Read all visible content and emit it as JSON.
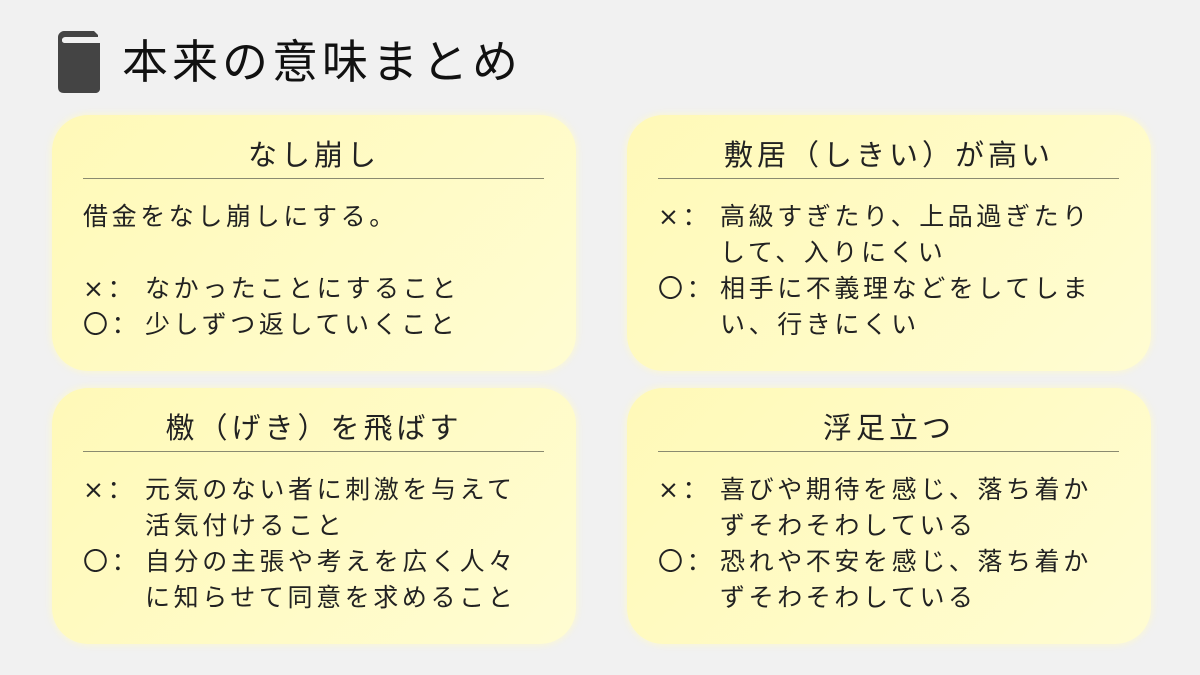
{
  "header": {
    "icon": "book-icon",
    "title": "本来の意味まとめ"
  },
  "colors": {
    "background": "#f1f1f1",
    "card": "#fffac0",
    "icon": "#444444",
    "divider": "#8a8a70",
    "text": "#222222"
  },
  "cards": [
    {
      "title": "なし崩し",
      "example": "借金をなし崩しにする。",
      "wrong_mark": "×：",
      "wrong_lines": [
        "なかったことにすること"
      ],
      "right_mark": "〇：",
      "right_lines": [
        "少しずつ返していくこと"
      ]
    },
    {
      "title": "敷居（しきい）が高い",
      "wrong_mark": "×：",
      "wrong_lines": [
        "高級すぎたり、上品過ぎたり",
        "して、入りにくい"
      ],
      "right_mark": "〇：",
      "right_lines": [
        "相手に不義理などをしてしま",
        "い、行きにくい"
      ]
    },
    {
      "title": "檄（げき）を飛ばす",
      "wrong_mark": "×：",
      "wrong_lines": [
        "元気のない者に刺激を与えて",
        "活気付けること"
      ],
      "right_mark": "〇：",
      "right_lines": [
        "自分の主張や考えを広く人々",
        "に知らせて同意を求めること"
      ]
    },
    {
      "title": "浮足立つ",
      "wrong_mark": "×：",
      "wrong_lines": [
        "喜びや期待を感じ、落ち着か",
        "ずそわそわしている"
      ],
      "right_mark": "〇：",
      "right_lines": [
        "恐れや不安を感じ、落ち着か",
        "ずそわそわしている"
      ]
    }
  ]
}
